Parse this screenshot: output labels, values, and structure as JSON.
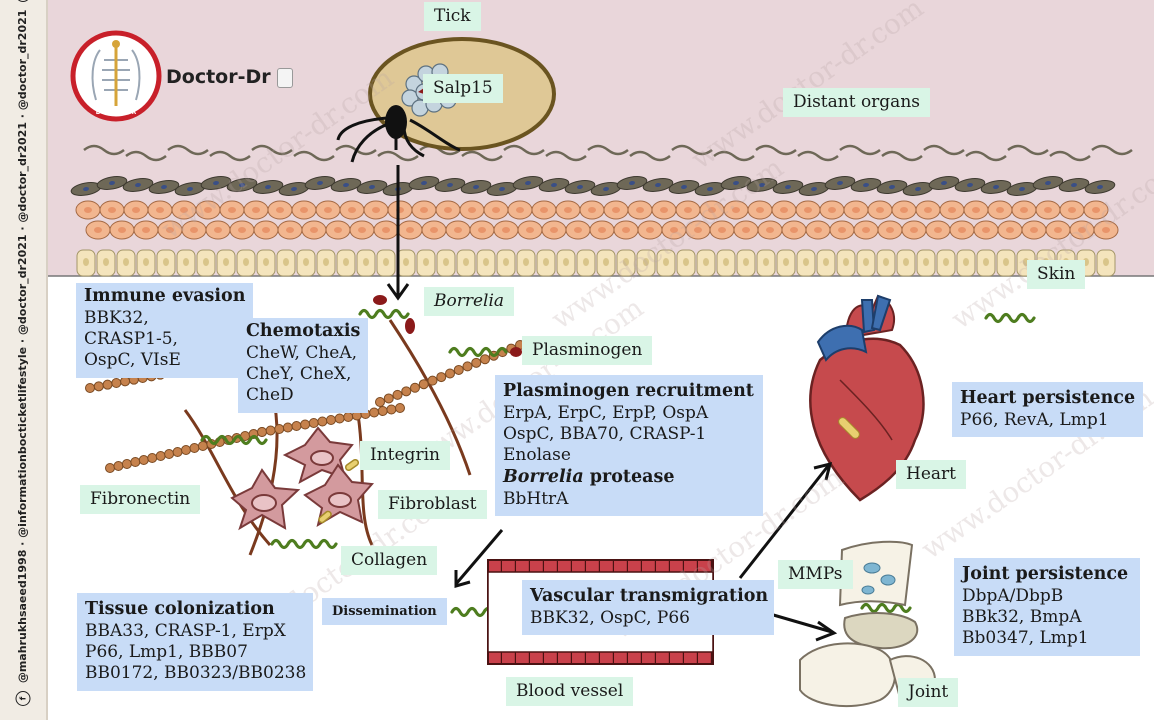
{
  "brand": {
    "name": "Doctor-Dr",
    "logo_ring_text": "DOCTOR-DR"
  },
  "sidebar": {
    "text": "@mahrukhsaeed1998 · @informationbocticketlifestyle · @doctor_dr2021 · @doctor_dr2021 · @doctor_dr2021"
  },
  "watermark": "www.doctor-dr.com",
  "labels": {
    "tick": "Tick",
    "salp15": "Salp15",
    "distant_organs": "Distant organs",
    "skin": "Skin",
    "borrelia": "Borrelia",
    "plasminogen": "Plasminogen",
    "integrin": "Integrin",
    "fibronectin": "Fibronectin",
    "fibroblast": "Fibroblast",
    "collagen": "Collagen",
    "heart": "Heart",
    "mmps": "MMPs",
    "joint": "Joint",
    "blood_vessel": "Blood vessel",
    "dissemination": "Dissemination"
  },
  "boxes": {
    "immune_evasion": {
      "title": "Immune evasion",
      "lines": [
        "BBK32,",
        "CRASP1-5,",
        "OspC, VIsE"
      ]
    },
    "chemotaxis": {
      "title": "Chemotaxis",
      "lines": [
        "CheW, CheA,",
        "CheY, CheX,",
        "CheD"
      ]
    },
    "plasminogen_recruitment": {
      "title": "Plasminogen recruitment",
      "lines": [
        "ErpA, ErpC, ErpP, OspA",
        "OspC, BBA70, CRASP-1",
        "Enolase"
      ],
      "protease_italic": "Borrelia",
      "protease_rest": " protease",
      "protease_line": "BbHtrA"
    },
    "heart_persistence": {
      "title": "Heart persistence",
      "lines": [
        "P66, RevA, Lmp1"
      ]
    },
    "joint_persistence": {
      "title": "Joint persistence",
      "lines": [
        "DbpA/DbpB",
        "BBk32, BmpA",
        "Bb0347, Lmp1"
      ]
    },
    "tissue_colonization": {
      "title": "Tissue colonization",
      "lines": [
        "BBA33, CRASP-1, ErpX",
        "P66, Lmp1, BBB07",
        "BB0172, BB0323/BB0238"
      ]
    },
    "vascular_transmigration": {
      "title": "Vascular transmigration",
      "lines": [
        "BBK32, OspC, P66"
      ]
    }
  },
  "colors": {
    "upper_region": "#e9d6da",
    "skin_top_cells": "#6e6857",
    "skin_mid_cells": "#f2b68f",
    "skin_base_cells": "#f4e4bc",
    "spirochete": "#4e7d1f",
    "plasminogen": "#8b1a1a",
    "vessel": "#c9414b",
    "box_blue": "#c8dcf7",
    "label_green": "#d9f5e6"
  }
}
